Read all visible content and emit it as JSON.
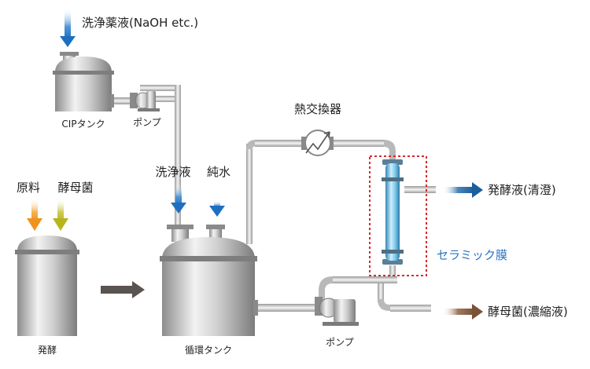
{
  "labels": {
    "cleaning_chemical": "洗浄薬液(NaOH etc.)",
    "cip_tank": "CIPタンク",
    "pump_top": "ポンプ",
    "heat_exchanger": "熱交換器",
    "cleaning_liquid": "洗浄液",
    "pure_water": "純水",
    "raw_material": "原料",
    "yeast": "酵母菌",
    "fermentation": "発酵",
    "circulation_tank": "循環タンク",
    "pump_bottom": "ポンプ",
    "ceramic_membrane": "セラミック膜",
    "clear_fermentation_liquid": "発酵液(清澄)",
    "concentrated_yeast": "酵母菌(濃縮液)"
  },
  "colors": {
    "blue_arrow": "#1e6fc0",
    "orange_arrow": "#f0921e",
    "olive_arrow": "#b8b41e",
    "dark_blue_arrow": "#1b5f9a",
    "brown_arrow": "#7a5238",
    "membrane_label": "#2a74c0",
    "highlight_dashed": "#d8282a"
  }
}
